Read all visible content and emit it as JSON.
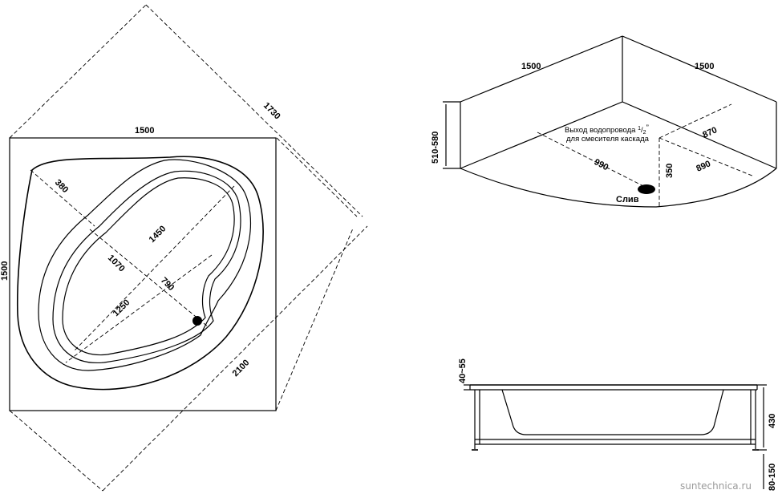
{
  "plan": {
    "width_top": "1500",
    "height_side": "1500",
    "diagonal_outer": "1730",
    "diagonal_bottom": "2100",
    "seat_depth": "380",
    "inner_length": "1450",
    "inner_1070": "1070",
    "inner_width": "790",
    "inner_1250": "1250"
  },
  "iso": {
    "side_left": "1500",
    "side_right": "1500",
    "height_range": "510-580",
    "water_outlet_line1": "Выход водопровода ",
    "water_outlet_sup": "1",
    "water_outlet_frac": "/",
    "water_outlet_sub": "2",
    "water_outlet_quote": "”",
    "water_outlet_line2": "для смесителя каскада",
    "dim_870": "870",
    "dim_990": "990",
    "dim_350": "350",
    "dim_890": "890",
    "drain_label": "Слив"
  },
  "side": {
    "rim": "40~55",
    "depth": "430",
    "legs": "80-150"
  },
  "watermark": "suntechnica.ru"
}
